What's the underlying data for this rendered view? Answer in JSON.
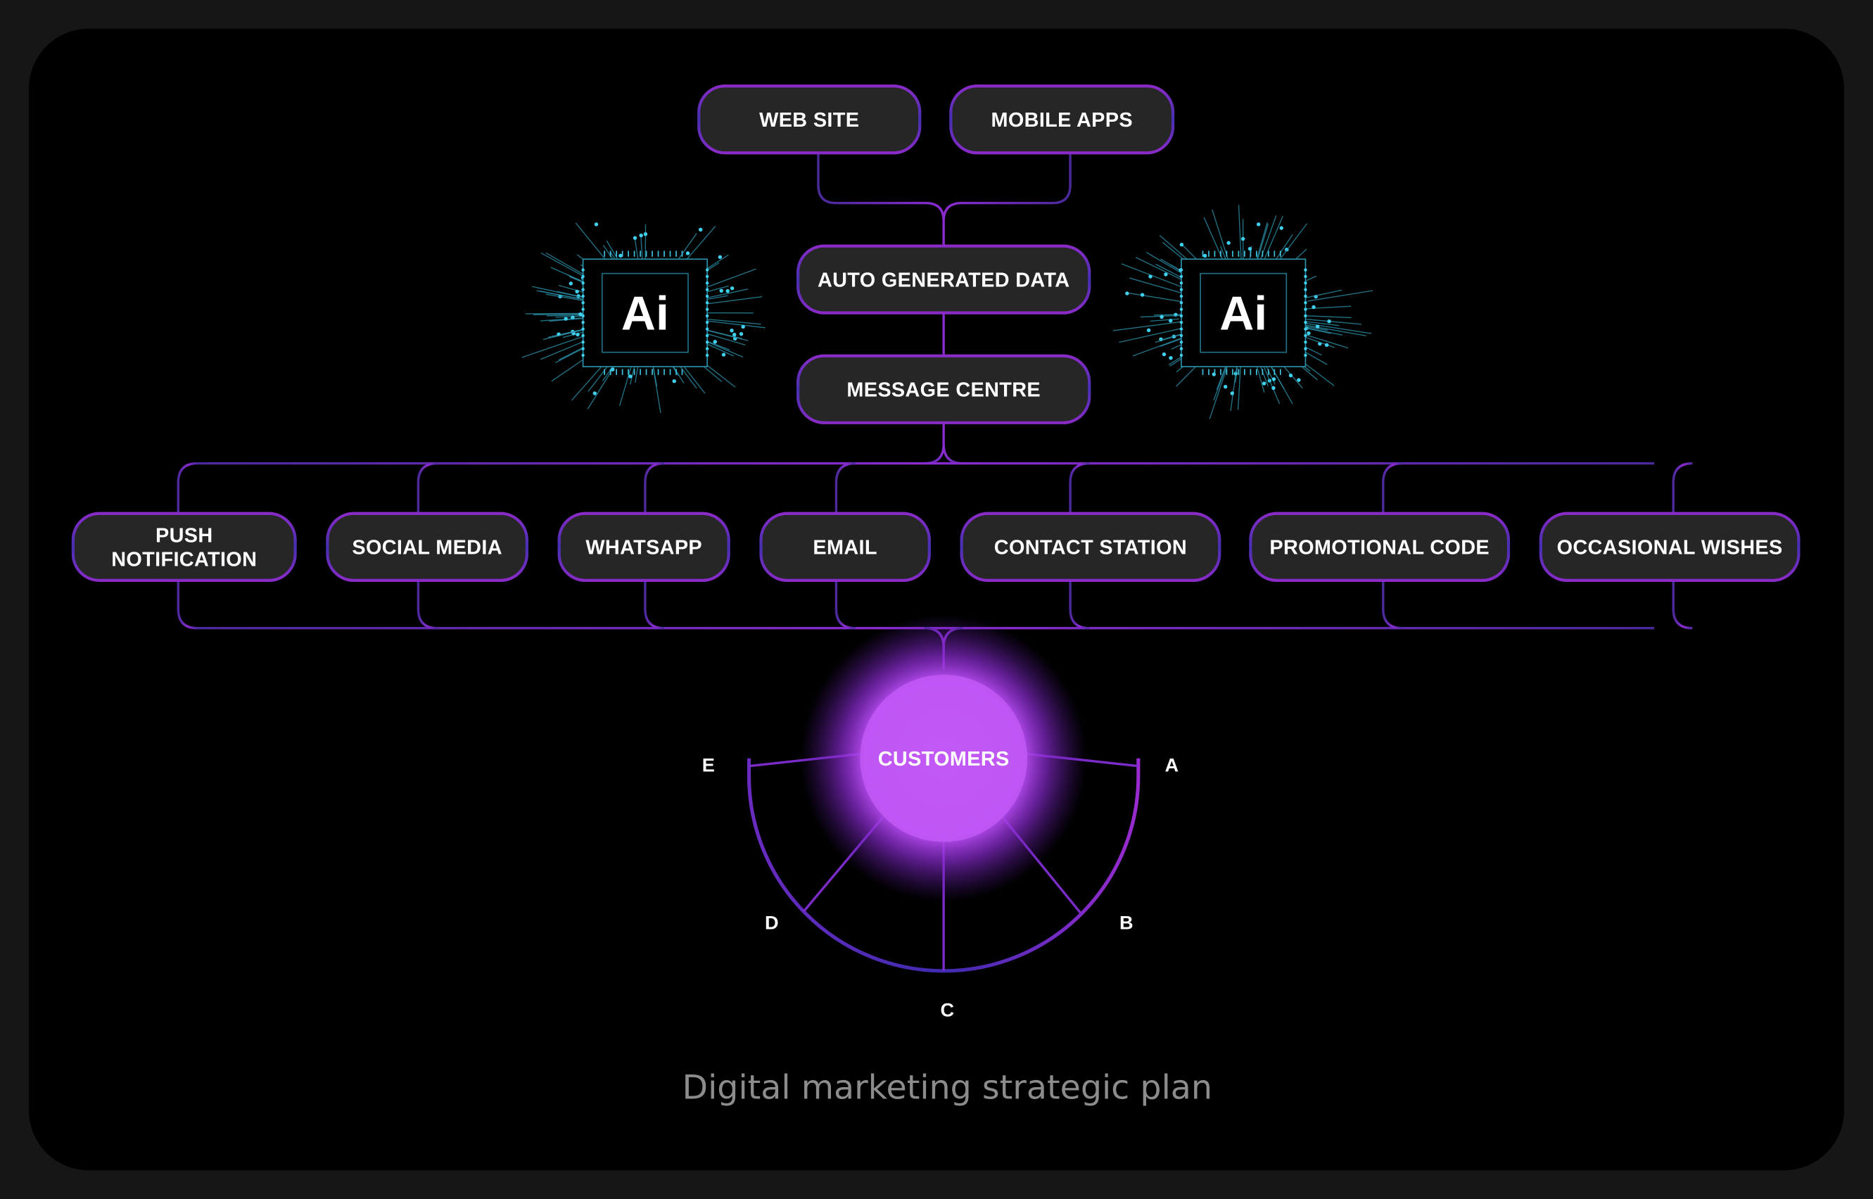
{
  "title": "Digital marketing strategic plan",
  "colors": {
    "frame": "#161616",
    "canvas": "#000000",
    "box": "#262626",
    "border": "#7b2fc9",
    "line": "#5a2aa8",
    "glow": "#c04bff",
    "chip": "#33c2dd"
  },
  "sources": [
    {
      "id": "web-site",
      "lines": [
        "WEB SITE"
      ]
    },
    {
      "id": "mobile-apps",
      "lines": [
        "MOBILE APPS"
      ]
    }
  ],
  "pipeline": [
    {
      "id": "auto-generated-data",
      "lines": [
        "AUTO GENERATED DATA"
      ]
    },
    {
      "id": "message-centre",
      "lines": [
        "MESSAGE CENTRE"
      ]
    }
  ],
  "ai_badges": [
    {
      "label": "Ai",
      "icon": "ai-chip-icon"
    },
    {
      "label": "Ai",
      "icon": "ai-chip-icon"
    }
  ],
  "channels": [
    {
      "id": "push-notification",
      "lines": [
        "PUSH",
        "NOTIFICATION"
      ]
    },
    {
      "id": "social-media",
      "lines": [
        "SOCIAL MEDIA"
      ]
    },
    {
      "id": "whatsapp",
      "lines": [
        "WHATSAPP"
      ]
    },
    {
      "id": "email",
      "lines": [
        "EMAIL"
      ]
    },
    {
      "id": "contact-station",
      "lines": [
        "CONTACT STATION"
      ]
    },
    {
      "id": "promotional-code",
      "lines": [
        "PROMOTIONAL CODE"
      ]
    },
    {
      "id": "occasional-wishes",
      "lines": [
        "OCCASIONAL WISHES"
      ]
    }
  ],
  "customers": {
    "label": "CUSTOMERS",
    "segments": [
      "A",
      "B",
      "C",
      "D",
      "E"
    ]
  }
}
